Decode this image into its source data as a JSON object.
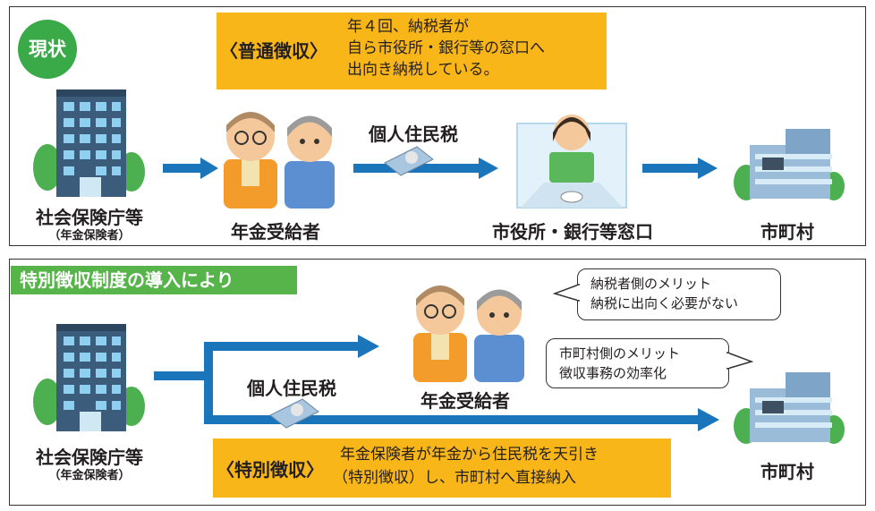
{
  "top": {
    "badge": "現状",
    "callout_title": "〈普通徴収〉",
    "callout_lines": [
      "年４回、納税者が",
      "自ら市役所・銀行等の窓口へ",
      "出向き納税している。"
    ],
    "tax_label": "個人住民税",
    "nodes": {
      "agency": "社会保険庁等",
      "agency_sub": "（年金保険者）",
      "pensioner": "年金受給者",
      "counter": "市役所・銀行等窓口",
      "municipality": "市町村"
    }
  },
  "bottom": {
    "banner": "特別徴収制度の導入により",
    "tax_label": "個人住民税",
    "bubble1": [
      "納税者側のメリット",
      "納税に出向く必要がない"
    ],
    "bubble2": [
      "市町村側のメリット",
      "徴収事務の効率化"
    ],
    "callout_title": "〈特別徴収〉",
    "callout_lines": [
      "年金保険者が年金から住民税を天引き",
      "（特別徴収）し、市町村へ直接納入"
    ],
    "nodes": {
      "agency": "社会保険庁等",
      "agency_sub": "（年金保険者）",
      "pensioner": "年金受給者",
      "municipality": "市町村"
    }
  },
  "colors": {
    "arrow": "#1b75bb",
    "callout": "#f9b618",
    "badge": "#3aa948",
    "banner": "#56b44a"
  }
}
